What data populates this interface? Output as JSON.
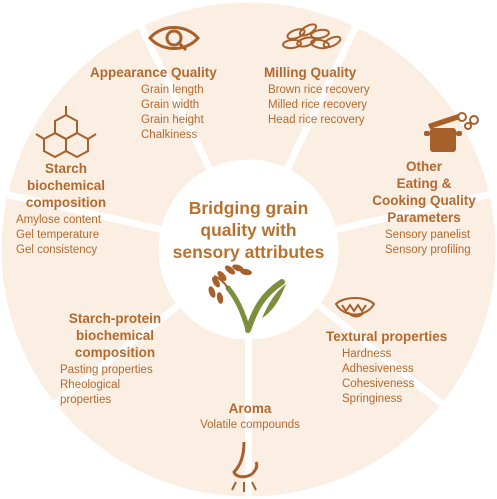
{
  "center": {
    "title_lines": [
      "Bridging grain",
      "quality with",
      "sensory attributes"
    ]
  },
  "segments": {
    "appearance": {
      "title": "Appearance Quality",
      "items": [
        "Grain length",
        "Grain width",
        "Grain height",
        "Chalkiness"
      ],
      "icon": "eye-icon"
    },
    "milling": {
      "title": "Milling Quality",
      "items": [
        "Brown rice recovery",
        "Milled rice recovery",
        "Head rice recovery"
      ],
      "icon": "rice-grains-icon"
    },
    "other": {
      "title_lines": [
        "Other",
        "Eating &",
        "Cooking Quality",
        "Parameters"
      ],
      "items": [
        "Sensory panelist",
        "Sensory profiling"
      ],
      "icon": "cooking-pot-icon"
    },
    "textural": {
      "title": "Textural properties",
      "items": [
        "Hardness",
        "Adhesiveness",
        "Cohesiveness",
        "Springiness"
      ],
      "icon": "mouth-icon"
    },
    "aroma": {
      "title": "Aroma",
      "items": [
        "Volatile compounds"
      ],
      "icon": "nose-icon"
    },
    "starch_protein": {
      "title_lines": [
        "Starch-protein",
        "biochemical",
        "composition"
      ],
      "items": [
        "Pasting properties",
        "Rheological",
        "properties"
      ],
      "icon": ""
    },
    "starch": {
      "title_lines": [
        "Starch",
        "biochemical",
        "composition"
      ],
      "items": [
        "Amylose content",
        "Gel temperature",
        "Gel consistency"
      ],
      "icon": "molecule-icon"
    }
  },
  "colors": {
    "segment_fill": "#fbeee3",
    "text": "#b36a2e",
    "icon": "#a8602a",
    "leaf": "#7b8f3d"
  }
}
